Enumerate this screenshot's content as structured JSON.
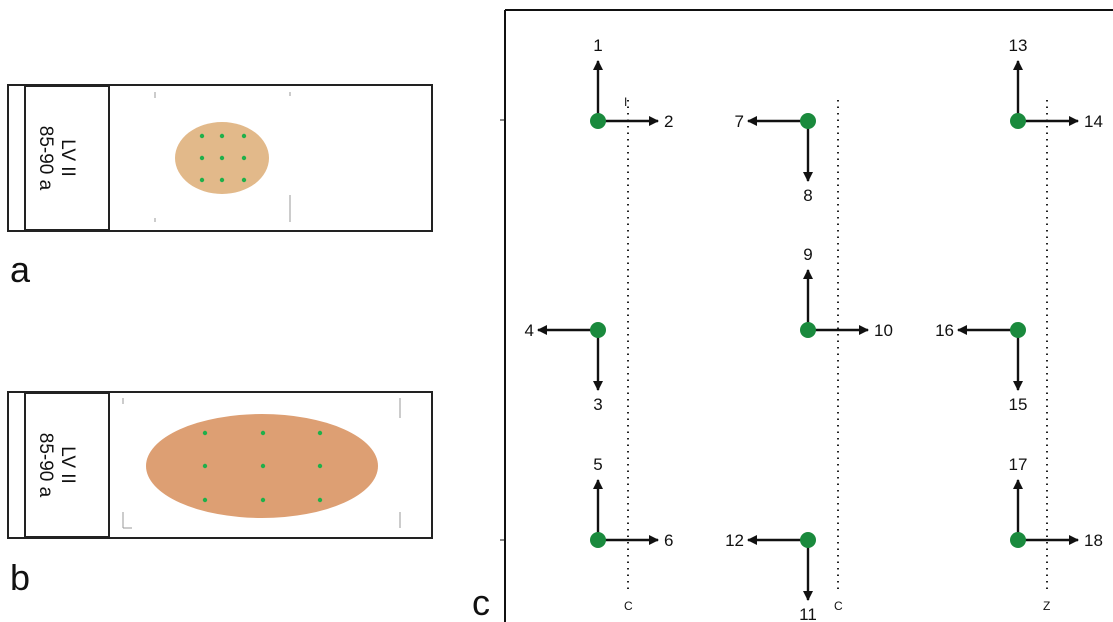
{
  "slide_a": {
    "label_line1": "LV II",
    "label_line2": "85-90 a",
    "sample_color": "#E2B98A",
    "dot_color": "#1FB04A"
  },
  "slide_b": {
    "label_line1": "LV II",
    "label_line2": "85-90 a",
    "sample_color": "#DD9F73",
    "dot_color": "#1FB04A"
  },
  "panel_labels": {
    "a": "a",
    "b": "b",
    "c": "c"
  },
  "panel_c": {
    "dot_color": "#1A8A3D",
    "arrow_numbers": [
      "1",
      "2",
      "3",
      "4",
      "5",
      "6",
      "7",
      "8",
      "9",
      "10",
      "11",
      "12",
      "13",
      "14",
      "15",
      "16",
      "17",
      "18"
    ],
    "dotted_line_marks": [
      "I",
      "C",
      "C",
      "Z"
    ]
  }
}
